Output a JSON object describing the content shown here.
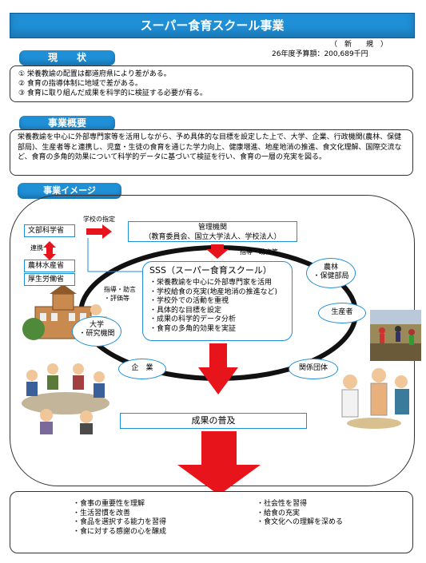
{
  "title": "スーパー食育スクール事業",
  "budget": {
    "new_label": "（　新　　規　）",
    "amount": "26年度予算額：200,689千円"
  },
  "current": {
    "badge": "現　　状",
    "items": [
      "①  栄養教諭の配置は都道府県により差がある。",
      "②  食育の指導体制に地域で差がある。",
      "③  食育に取り組んだ成果を科学的に検証する必要が有る。"
    ]
  },
  "overview": {
    "badge": "事業概要",
    "text": "栄養教諭を中心に外部専門家等を活用しながら、予め具体的な目標を設定した上で、大学、企業、行政機関(農林、保健部局)、生産者等と連携し、児童・生徒の食育を通じた学力向上、健康増進、地産地消の推進、食文化理解、国際交流など、食育の多角的効果について科学的データに基づいて検証を行い、食育の一層の充実を図る。"
  },
  "image_section": {
    "badge": "事業イメージ",
    "monka": "文部科学省",
    "school_designation": "学校の指定",
    "renkei": "連携",
    "nourin": "農林水産省",
    "kousei": "厚生労働省",
    "management": {
      "title": "管理機関",
      "sub": "（教育委員会、国立大学法人、学校法人）"
    },
    "shido_josgen_top": "指導・助言等",
    "shido_josgen_left": "指導・助言",
    "hyouka": "・評価等",
    "sss": {
      "title": "SSS（スーパー食育スクール）",
      "items": [
        "・栄養教諭を中心に外部専門家を活用",
        "・学校給食の充実(地産地消の推進など)",
        "・学校外での活動を重視",
        "・具体的な目標を設定",
        "・成果の科学的データ分析",
        "・食育の多角的効果を実証"
      ]
    },
    "nourin_bu": [
      "農林",
      "・保健部局"
    ],
    "seisansha": "生産者",
    "daigaku": [
      "大学",
      "・研究機関"
    ],
    "kigyou": "企　業",
    "kankei": "関係団体",
    "seika": "成果の普及"
  },
  "outcomes": {
    "left": [
      "・食事の重要性を理解",
      "・生活習慣を改善",
      "・食品を選択する能力を習得",
      "・食に対する感謝の心を醸成"
    ],
    "right": [
      "・社会性を習得",
      "・給食の充実",
      "・食文化への理解を深める"
    ]
  },
  "colors": {
    "accent": "#1f8fd6",
    "arrow": "#e8141c"
  }
}
